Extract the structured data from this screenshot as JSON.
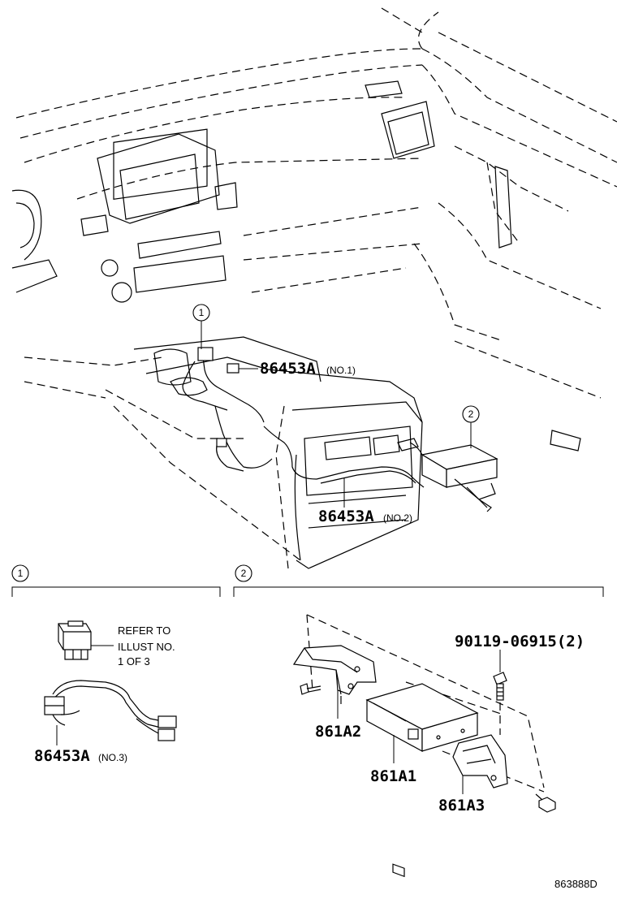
{
  "callouts": {
    "c1": "1",
    "c2": "2"
  },
  "labels": {
    "p1_num": "86453A",
    "p1_sfx": "(NO.1)",
    "p2_num": "86453A",
    "p2_sfx": "(NO.2)",
    "p3_num": "86453A",
    "p3_sfx": "(NO.3)",
    "p4": "861A2",
    "p5": "861A1",
    "p6": "861A3",
    "p7": "90119-06915(2)"
  },
  "note": {
    "line1": "REFER TO",
    "line2": "ILLUST NO.",
    "line3": "1 OF 3"
  },
  "figure_code": "863888D"
}
